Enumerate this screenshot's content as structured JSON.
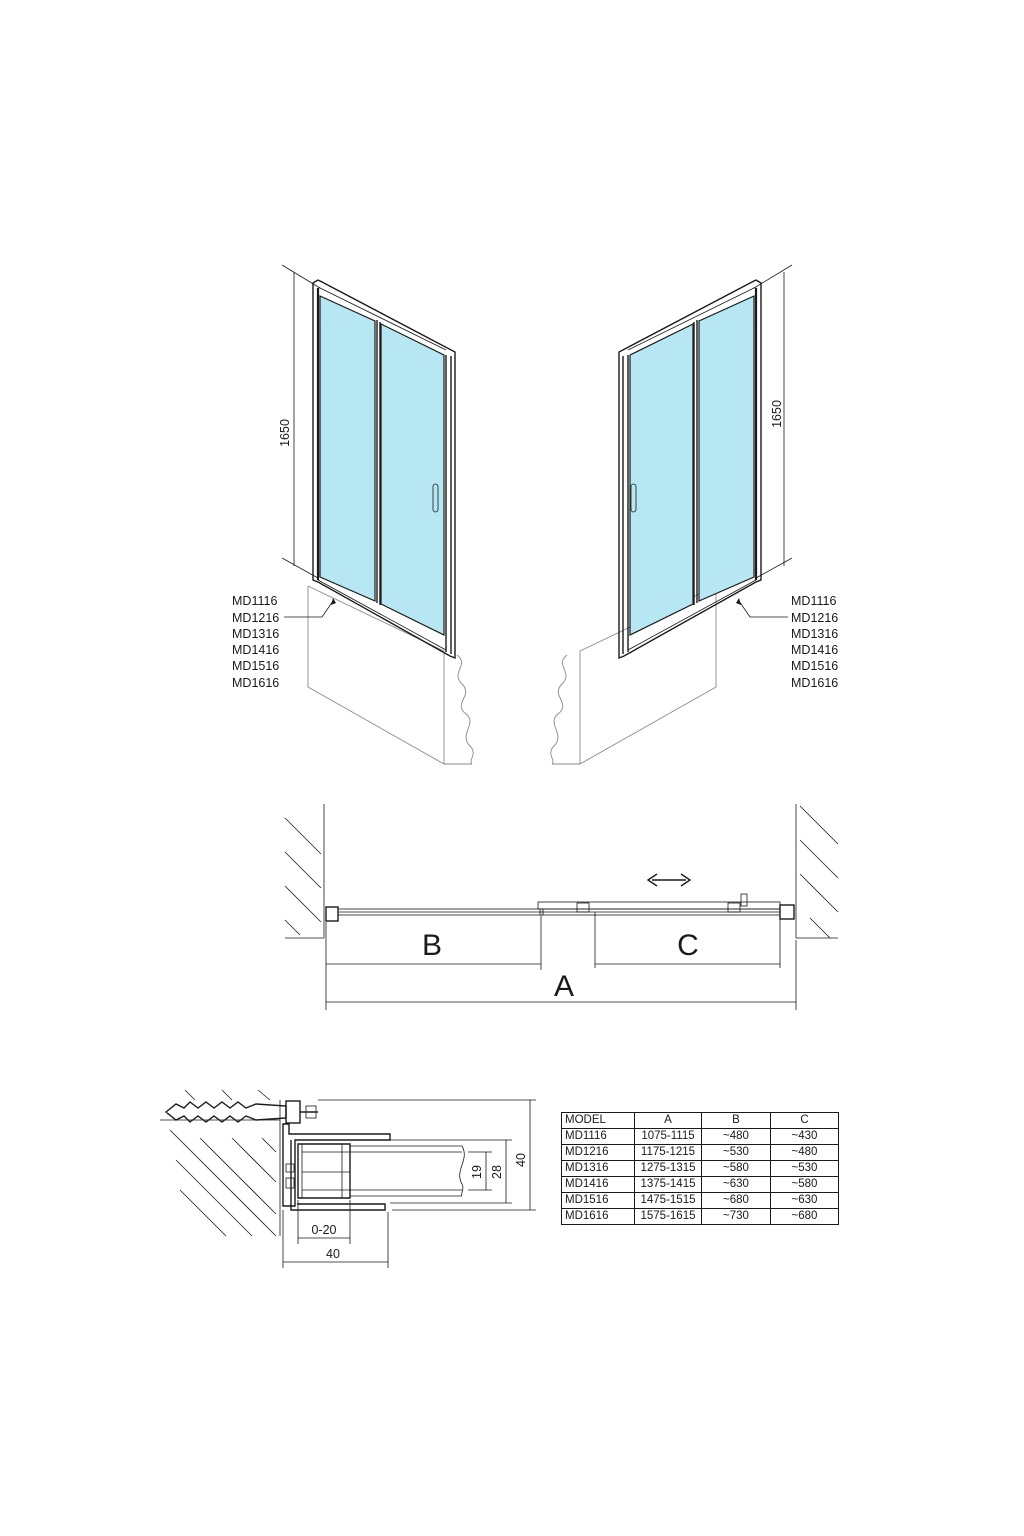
{
  "dimensions": {
    "height_left": "1650",
    "height_right": "1650"
  },
  "models_left": [
    "MD1116",
    "MD1216",
    "MD1316",
    "MD1416",
    "MD1516",
    "MD1616"
  ],
  "models_right": [
    "MD1116",
    "MD1216",
    "MD1316",
    "MD1416",
    "MD1516",
    "MD1616"
  ],
  "plan_labels": {
    "a": "A",
    "b": "B",
    "c": "C"
  },
  "detail_dims": {
    "d19": "19",
    "d28": "28",
    "d40_vertical": "40",
    "d0_20": "0-20",
    "d40_horizontal": "40"
  },
  "table": {
    "headers": [
      "MODEL",
      "A",
      "B",
      "C"
    ],
    "rows": [
      [
        "MD1116",
        "1075-1115",
        "~480",
        "~430"
      ],
      [
        "MD1216",
        "1175-1215",
        "~530",
        "~480"
      ],
      [
        "MD1316",
        "1275-1315",
        "~580",
        "~530"
      ],
      [
        "MD1416",
        "1375-1415",
        "~630",
        "~580"
      ],
      [
        "MD1516",
        "1475-1515",
        "~680",
        "~630"
      ],
      [
        "MD1616",
        "1575-1615",
        "~730",
        "~680"
      ]
    ]
  },
  "colors": {
    "glass": "#b6e7f3",
    "line": "#1a1a1a",
    "bath_outline": "#8a8a8a"
  }
}
